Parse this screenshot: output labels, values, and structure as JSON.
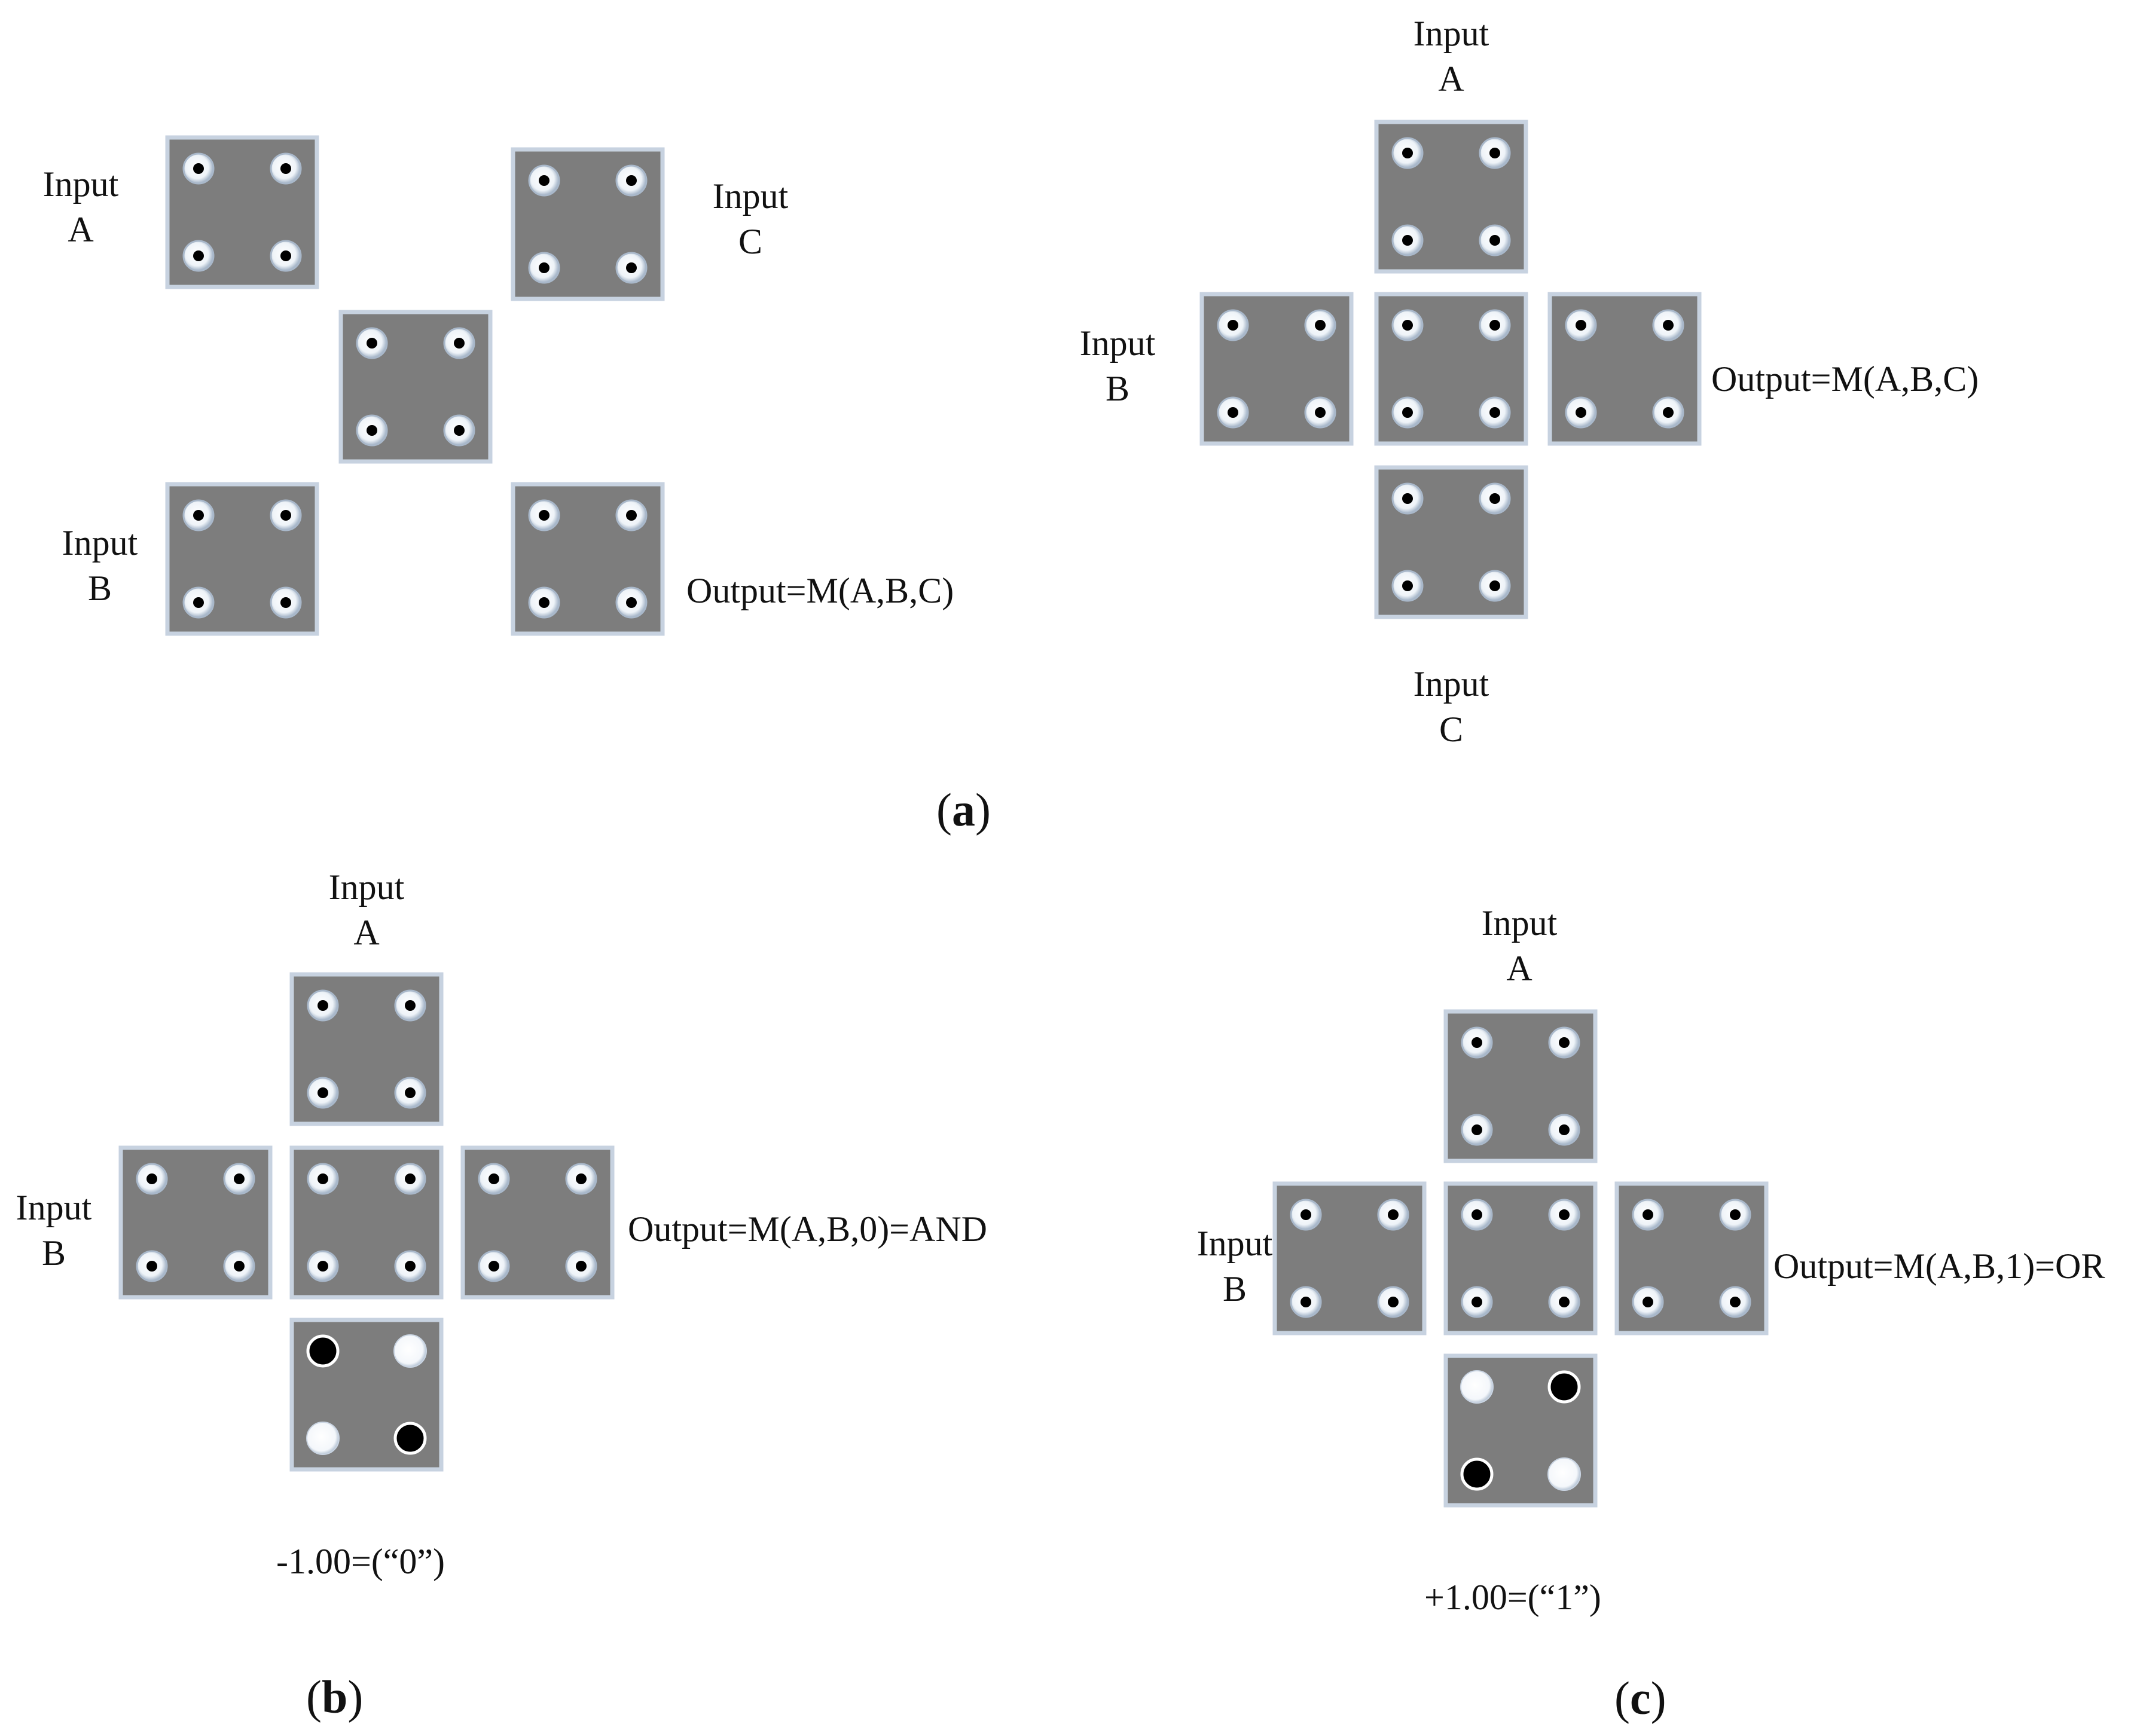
{
  "panels": {
    "a": {
      "label": "a",
      "inputs": {
        "a": {
          "line1": "Input",
          "line2": "A"
        },
        "b": {
          "line1": "Input",
          "line2": "B"
        },
        "c": {
          "line1": "Input",
          "line2": "C"
        }
      },
      "left_output": "Output=M(A,B,C)",
      "right_inputs": {
        "a": {
          "line1": "Input",
          "line2": "A"
        },
        "b": {
          "line1": "Input",
          "line2": "B"
        },
        "c": {
          "line1": "Input",
          "line2": "C"
        }
      },
      "right_output": "Output=M(A,B,C)"
    },
    "b": {
      "label": "b",
      "inputs": {
        "a": {
          "line1": "Input",
          "line2": "A"
        },
        "b": {
          "line1": "Input",
          "line2": "B"
        }
      },
      "output": "Output=M(A,B,0)=AND",
      "control_value": "-1.00=(“0”)"
    },
    "c": {
      "label": "c",
      "inputs": {
        "a": {
          "line1": "Input",
          "line2": "A"
        },
        "b": {
          "line1": "Input",
          "line2": "B"
        }
      },
      "output": "Output=M(A,B,1)=OR",
      "control_value": "+1.00=(“1”)"
    }
  },
  "colors": {
    "cell_fill": "#7d7d7d",
    "cell_border": "#c7d2e0",
    "dot_ring": "#eef3f8",
    "dot_center": "#000000",
    "solid_black": "#000000",
    "solid_white": "#ffffff"
  }
}
